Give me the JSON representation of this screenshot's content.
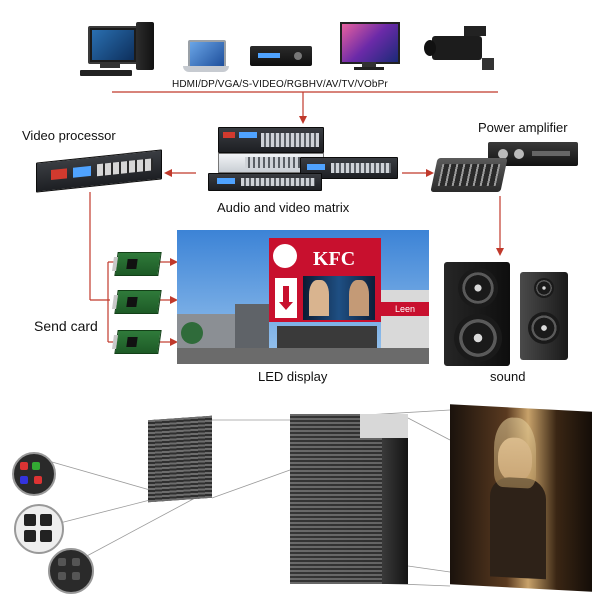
{
  "top_inputs_label": "HDMI/DP/VGA/S-VIDEO/RGBHV/AV/TV/VObPr",
  "nodes": {
    "video_processor": "Video processor",
    "power_amplifier": "Power amplifier",
    "av_matrix": "Audio and video matrix",
    "send_card": "Send card",
    "led_display": "LED display",
    "sound": "sound"
  },
  "billboard": {
    "brand": "KFC",
    "side_sign": "Leen Bakker"
  },
  "colors": {
    "connector_line": "#c0392b",
    "accent_red": "#c8102e"
  }
}
